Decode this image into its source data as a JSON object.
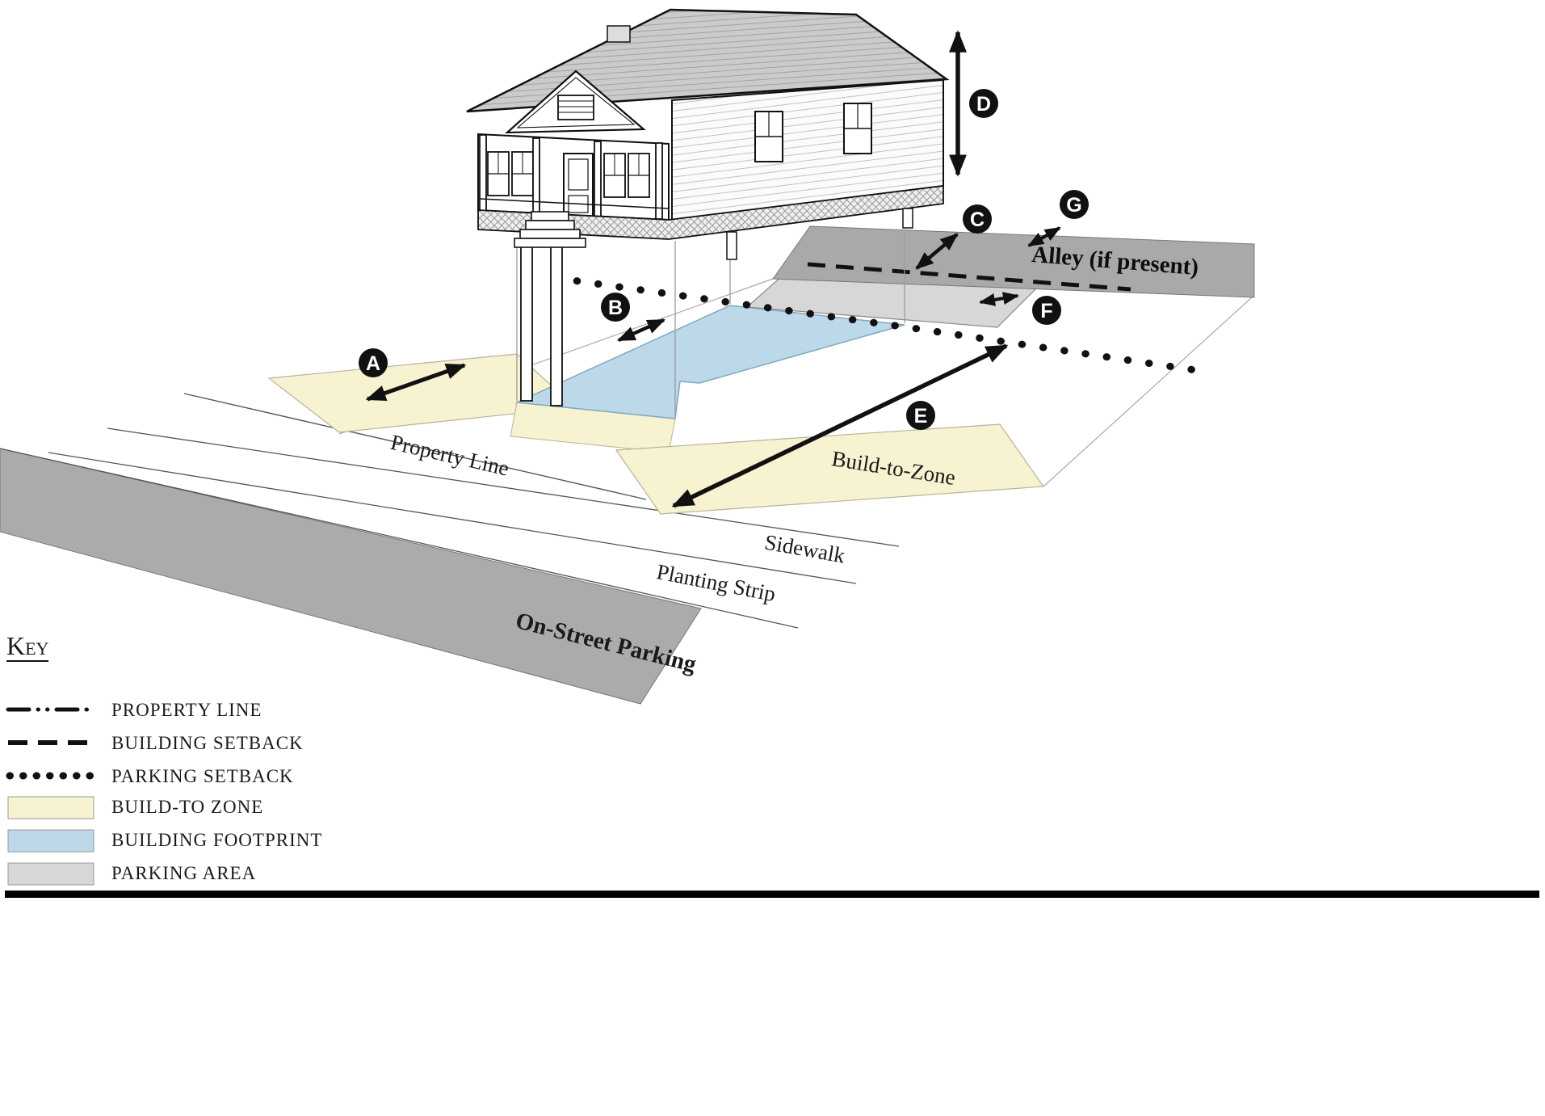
{
  "diagram": {
    "street_labels": {
      "property_line": "Property Line",
      "sidewalk": "Sidewalk",
      "planting_strip": "Planting Strip",
      "on_street_parking": "On-Street Parking",
      "build_to_zone": "Build-to-Zone",
      "alley": "Alley (if present)"
    },
    "markers": [
      {
        "letter": "A"
      },
      {
        "letter": "B"
      },
      {
        "letter": "C"
      },
      {
        "letter": "D"
      },
      {
        "letter": "E"
      },
      {
        "letter": "F"
      },
      {
        "letter": "G"
      }
    ],
    "colors": {
      "build_to_zone": "#f7f2d0",
      "building_footprint": "#bdd8e9",
      "parking_area": "#d7d7d7",
      "street": "#ababab",
      "alley": "#a9a9a9",
      "marker_bg": "#111111",
      "marker_text": "#ffffff"
    }
  },
  "key": {
    "title": "Key",
    "entries": [
      {
        "symbol": "property-line-symbol",
        "label": "PROPERTY LINE"
      },
      {
        "symbol": "building-setback-symbol",
        "label": "BUILDING SETBACK"
      },
      {
        "symbol": "parking-setback-symbol",
        "label": "PARKING SETBACK"
      },
      {
        "symbol": "build-to-zone-swatch",
        "label": "BUILD-TO ZONE",
        "color": "#f7f2d0"
      },
      {
        "symbol": "building-footprint-swatch",
        "label": "BUILDING FOOTPRINT",
        "color": "#bdd8e9"
      },
      {
        "symbol": "parking-area-swatch",
        "label": "PARKING AREA",
        "color": "#d7d7d7"
      }
    ]
  }
}
